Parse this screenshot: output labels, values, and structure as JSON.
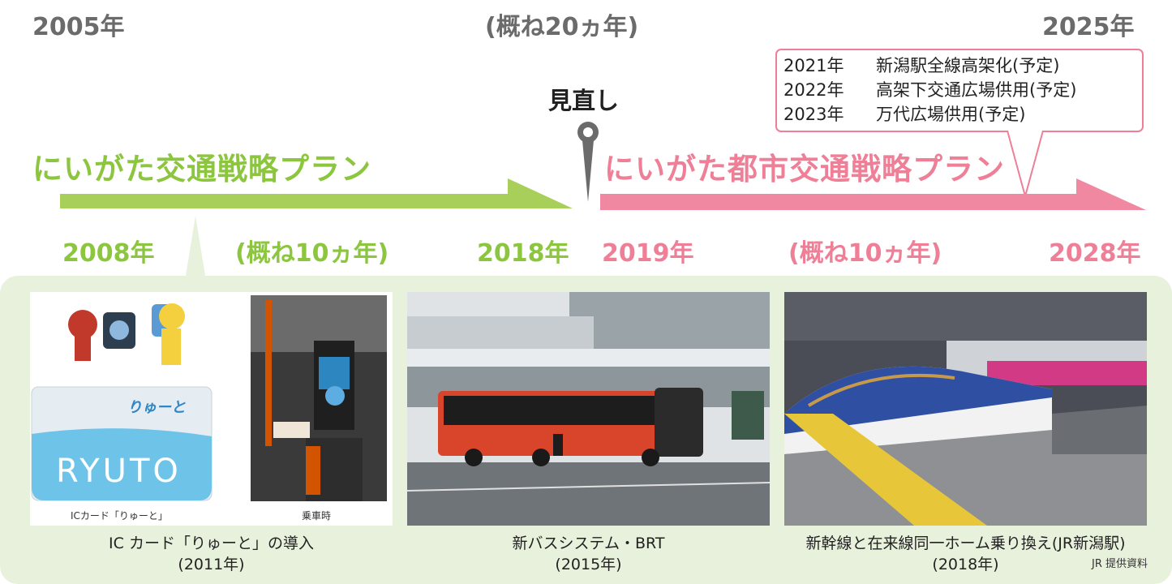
{
  "header": {
    "start_year": "2005年",
    "span": "(概ね20ヵ年)",
    "end_year": "2025年"
  },
  "review_label": "見直し",
  "callout": {
    "rows": [
      {
        "year": "2021年",
        "text": "新潟駅全線高架化(予定)"
      },
      {
        "year": "2022年",
        "text": "高架下交通広場供用(予定)"
      },
      {
        "year": "2023年",
        "text": "万代広場供用(予定)"
      }
    ]
  },
  "plans": {
    "old": {
      "title": "にいがた交通戦略プラン",
      "start": "2008年",
      "span": "(概ね10ヵ年)",
      "end": "2018年",
      "color": "#8cc63f"
    },
    "new": {
      "title": "にいがた都市交通戦略プラン",
      "start": "2019年",
      "span": "(概ね10ヵ年)",
      "end": "2028年",
      "color": "#ee7f97"
    }
  },
  "photos": {
    "ic": {
      "card_logo": "りゅーと",
      "card_text": "RYUTO",
      "label_left": "ICカード「りゅーと」",
      "label_right": "乗車時",
      "caption1": "IC カード「りゅーと」の導入",
      "caption2": "(2011年)"
    },
    "brt": {
      "caption1": "新バスシステム・BRT",
      "caption2": "(2015年)"
    },
    "shinkansen": {
      "caption1": "新幹線と在来線同一ホーム乗り換え(JR新潟駅)",
      "caption2": "(2018年)",
      "credit": "JR 提供資料"
    }
  }
}
